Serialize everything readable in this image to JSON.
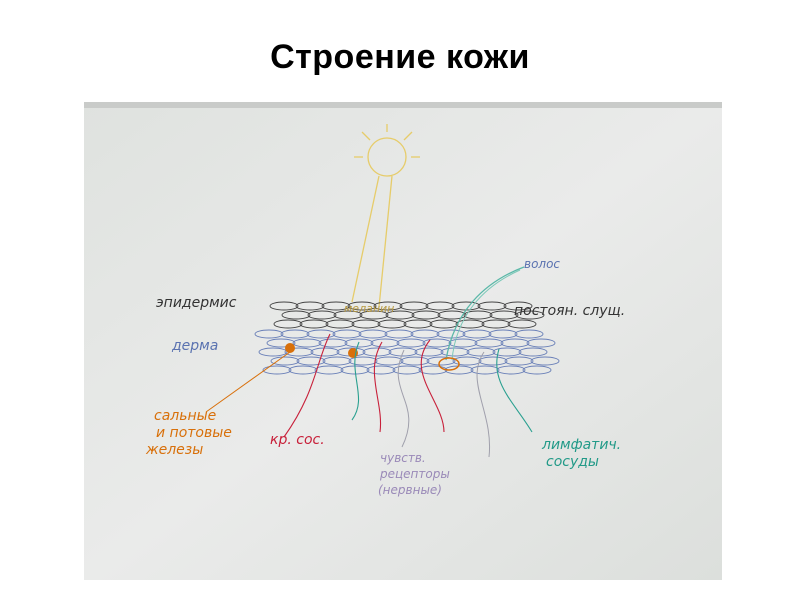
{
  "slide": {
    "title": "Строение кожи"
  },
  "drawing": {
    "labels": {
      "epidermis": "эпидермис",
      "dermis": "дерма",
      "melanin": "меланин",
      "stratum": "постоян. слущ.",
      "hair": "волос",
      "glands_1": "сальные",
      "glands_2": "и потовые",
      "glands_3": "железы",
      "blood_vessels": "кр. сос.",
      "receptors_1": "чувств.",
      "receptors_2": "рецепторы",
      "receptors_3": "(нервные)",
      "lymph_1": "лимфатич.",
      "lymph_2": "сосуды"
    },
    "colors": {
      "board": "#e6e8e6",
      "epidermis": "#3a3a3a",
      "dermis": "#5a72b0",
      "glands": "#d8700a",
      "blood": "#c8203a",
      "nerves": "#9a9aa8",
      "lymph": "#229a88",
      "sun": "#e8d070"
    }
  }
}
